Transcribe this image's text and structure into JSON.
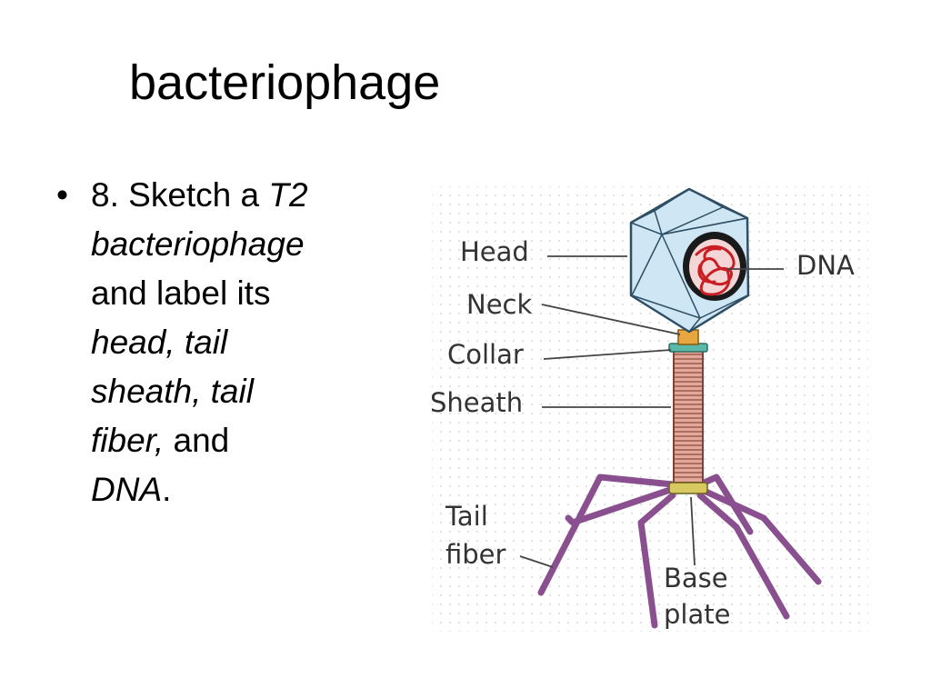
{
  "slide": {
    "title": "bacteriophage",
    "bullet_symbol": "•",
    "bullet_segments": [
      {
        "text": "8. Sketch a ",
        "italic": false
      },
      {
        "text": "T2",
        "italic": true
      },
      {
        "text": "bacteriophage",
        "italic": true
      },
      {
        "text": "and label its",
        "italic": false
      },
      {
        "text": "head, tail",
        "italic": true
      },
      {
        "text": "sheath, tail",
        "italic": true
      },
      {
        "text": "fiber,",
        "italic": true
      },
      {
        "text": " and",
        "italic": false
      },
      {
        "text": "DNA",
        "italic": true
      },
      {
        "text": ".",
        "italic": false
      }
    ]
  },
  "diagram": {
    "labels": {
      "head": "Head",
      "dna": "DNA",
      "neck": "Neck",
      "collar": "Collar",
      "sheath": "Sheath",
      "tail_fiber_1": "Tail",
      "tail_fiber_2": "fiber",
      "base_plate_1": "Base",
      "base_plate_2": "plate"
    },
    "colors": {
      "capsid": "#cfe6f4",
      "capsid_edge": "#2f4f64",
      "dna": "#c81e24",
      "sheath": "#e3a89a",
      "collar": "#5ab8a8",
      "tail_fiber": "#8a4f8f",
      "leader": "#444444"
    }
  }
}
